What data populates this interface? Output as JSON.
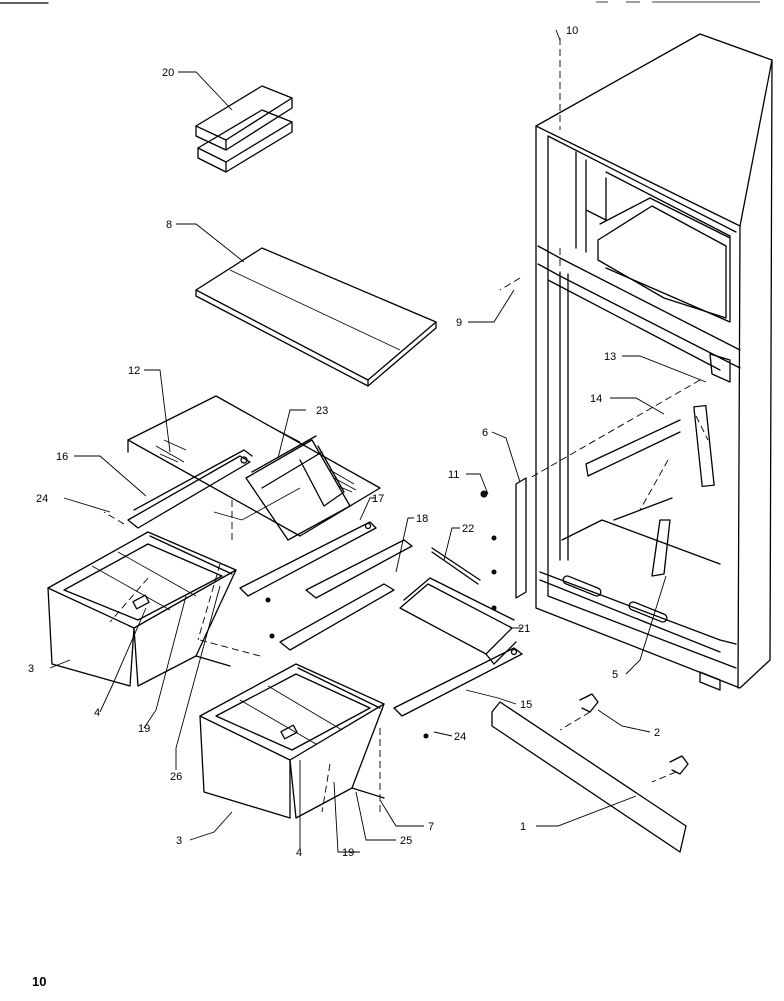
{
  "page_number": "10",
  "callouts": {
    "c1": "1",
    "c2": "2",
    "c3a": "3",
    "c3b": "3",
    "c4a": "4",
    "c4b": "4",
    "c5": "5",
    "c6": "6",
    "c7": "7",
    "c8": "8",
    "c9": "9",
    "c10": "10",
    "c11": "11",
    "c12": "12",
    "c13": "13",
    "c14": "14",
    "c15": "15",
    "c16": "16",
    "c17": "17",
    "c18": "18",
    "c19a": "19",
    "c19b": "19",
    "c20": "20",
    "c21": "21",
    "c22": "22",
    "c23": "23",
    "c24a": "24",
    "c24b": "24",
    "c25": "25",
    "c26": "26"
  }
}
